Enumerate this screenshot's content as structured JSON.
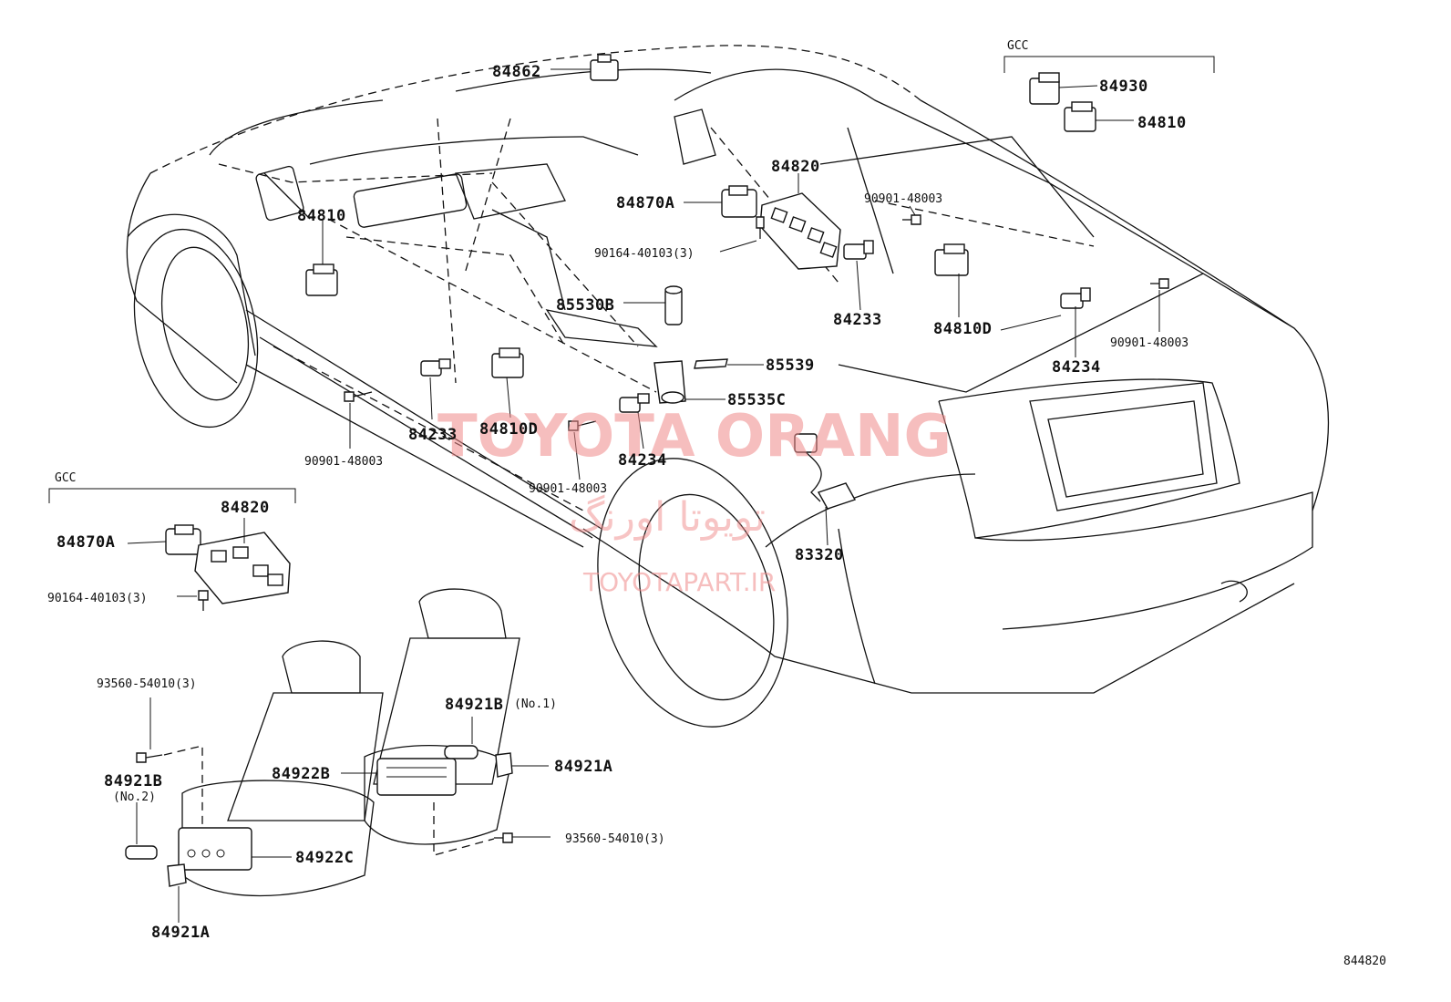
{
  "diagram": {
    "figure_code": "844820",
    "groups": {
      "gcc_top": "GCC",
      "gcc_left": "GCC"
    },
    "labels": {
      "p84862": "84862",
      "p84930": "84930",
      "p84810_gcc": "84810",
      "p84820_main": "84820",
      "p84870a_main": "84870A",
      "p90901_top": "90901-48003",
      "p84810_left": "84810",
      "p90164_main": "90164-40103(3)",
      "p85530b": "85530B",
      "p84233_right": "84233",
      "p84810d_right": "84810D",
      "p90901_rear": "90901-48003",
      "p84234_right": "84234",
      "p85539": "85539",
      "p85535c": "85535C",
      "p84233_left": "84233",
      "p84810d_left": "84810D",
      "p84234_left": "84234",
      "p90901_left": "90901-48003",
      "p90901_mid": "90901-48003",
      "p83320": "83320",
      "p84820_gcc": "84820",
      "p84870a_gcc": "84870A",
      "p90164_gcc": "90164-40103(3)",
      "p93560_top": "93560-54010(3)",
      "p84921b_no1": "84921B",
      "p84921b_no1_note": "(No.1)",
      "p84922b": "84922B",
      "p84921a_right": "84921A",
      "p84921b_no2": "84921B",
      "p84921b_no2_note": "(No.2)",
      "p84922c": "84922C",
      "p93560_bottom": "93560-54010(3)",
      "p84921a_left": "84921A"
    },
    "watermark": {
      "line1": "TOYOTA ORANG",
      "line2": "تويوتا اورنگ",
      "line3": "TOYOTAPART.IR"
    }
  }
}
